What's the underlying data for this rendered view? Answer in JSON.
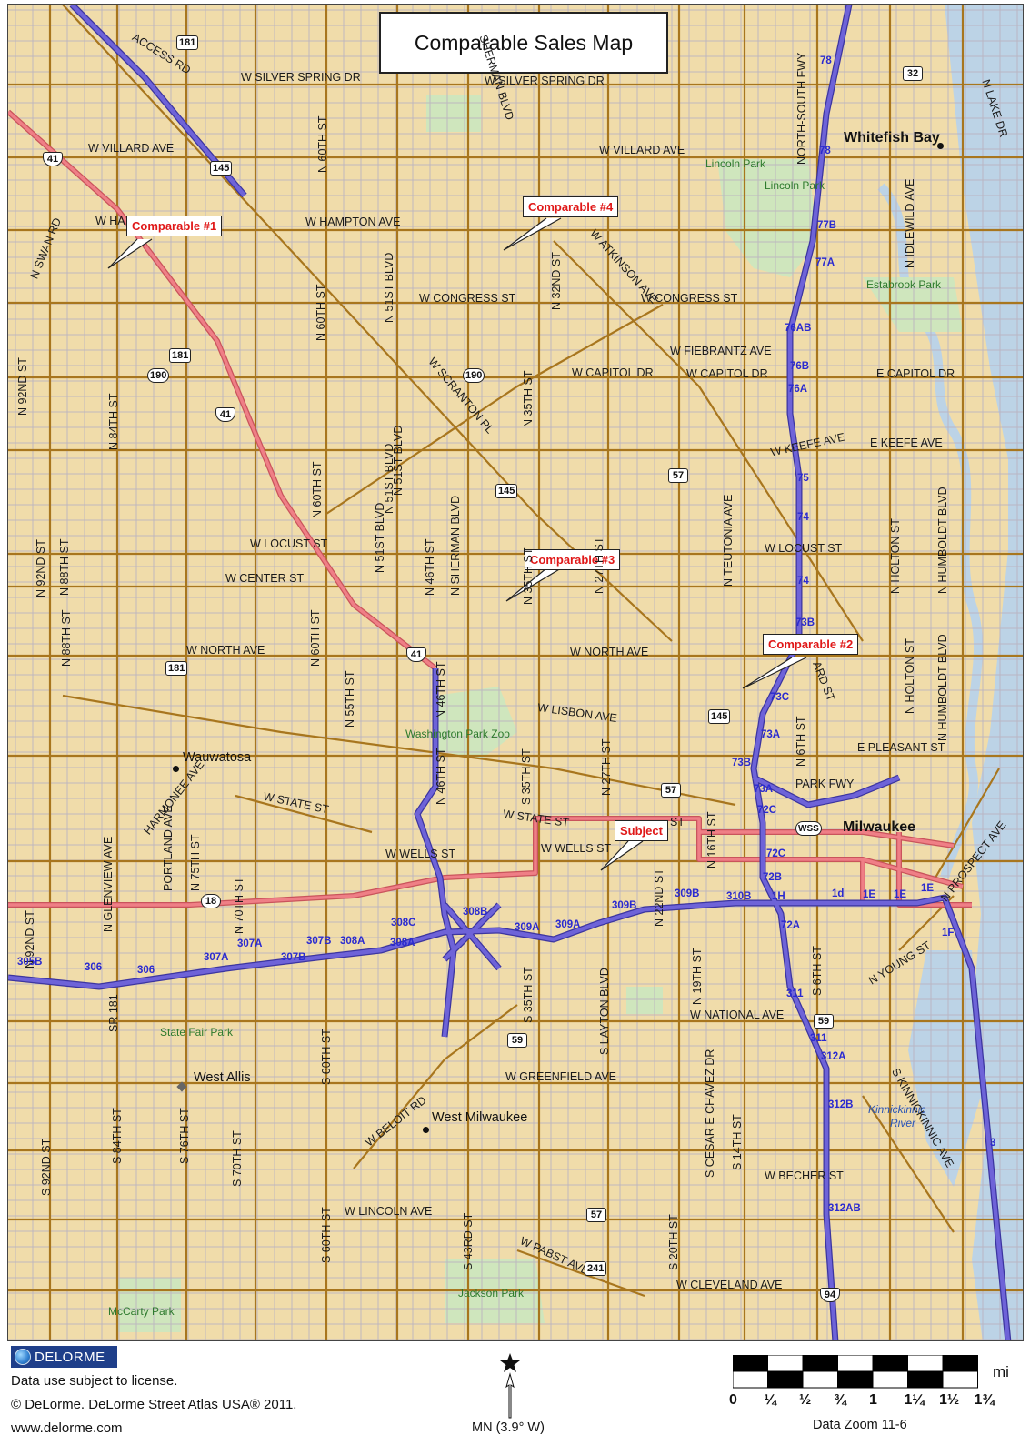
{
  "title": "Comparable Sales Map",
  "colors": {
    "land": "#f0dcaa",
    "major_road": "#a8761e",
    "minor_road": "#b9b3c0",
    "interstate": "#6e63d8",
    "us_highway": "#ef7f86",
    "water": "#bcd3e6",
    "park": "#cfe6bd",
    "callout_text": "#e01818",
    "exit_text": "#2a2ad0"
  },
  "callouts": {
    "comp1": "Comparable #1",
    "comp2": "Comparable #2",
    "comp3": "Comparable #3",
    "comp4": "Comparable #4",
    "subject": "Subject"
  },
  "cities": {
    "whitefish_bay": "Whitefish Bay",
    "wauwatosa": "Wauwatosa",
    "milwaukee": "Milwaukee",
    "west_allis": "West Allis",
    "west_milwaukee": "West Milwaukee"
  },
  "parks": {
    "lincoln_park_1": "Lincoln Park",
    "lincoln_park_2": "Lincoln Park",
    "estabrook": "Estabrook Park",
    "washington_zoo": "Washington Park Zoo",
    "state_fair": "State Fair Park",
    "jackson": "Jackson Park",
    "mccarty": "McCarty Park"
  },
  "water": {
    "kinnickinnic": "Kinnickinnic",
    "river": "River"
  },
  "streets_h": {
    "silver_spring_w": "W SILVER SPRING DR",
    "silver_spring_e": "W SILVER SPRING DR",
    "villard_w": "W VILLARD AVE",
    "villard_e": "W VILLARD AVE",
    "hampton_w": "W HA",
    "hampton": "W HAMPTON AVE",
    "congress_w": "W CONGRESS ST",
    "congress_e": "W CONGRESS ST",
    "fiebrantz": "W FIEBRANTZ AVE",
    "capitol_w": "W CAPITOL DR",
    "capitol_m": "W CAPITOL DR",
    "capitol_e": "E CAPITOL DR",
    "keefe_w": "W KEEFE AVE",
    "keefe_e": "E KEEFE AVE",
    "locust_w": "W LOCUST ST",
    "locust_e": "W LOCUST ST",
    "center": "W CENTER ST",
    "north_w": "W NORTH AVE",
    "north_e": "W NORTH AVE",
    "lisbon": "W LISBON AVE",
    "pleasant": "E PLEASANT ST",
    "park_fwy": "PARK FWY",
    "state_w": "W STATE ST",
    "state_m": "W STATE ST",
    "state_e": "ST",
    "wells_w": "W WELLS ST",
    "wells_e": "W WELLS ST",
    "national": "W NATIONAL AVE",
    "greenfield": "W GREENFIELD AVE",
    "becher": "W BECHER ST",
    "lincoln": "W LINCOLN AVE",
    "cleveland": "W CLEVELAND AVE",
    "access_rd": "ACCESS RD",
    "atkinson": "W ATKINSON AVE",
    "scranton": "W SCRANTON PL",
    "harmonee": "HARMONEE AVE",
    "beloit": "W BELOIT RD",
    "pabst": "W PABST AVE",
    "kinnickinnic_ave": "S KINNICKINNIC AVE",
    "prospect": "N PROSPECT AVE",
    "young": "N YOUNG ST",
    "lake_dr": "N LAKE DR",
    "swan": "N SWAN RD",
    "sherman_top": "SHERMAN BLVD",
    "ward": "ARD ST"
  },
  "streets_v": {
    "n60th_top": "N 60TH ST",
    "n60th_mid": "N 60TH ST",
    "n60th_low": "N 60TH ST",
    "n60th_low2": "N 60TH ST",
    "n51st_top": "N 51ST BLVD",
    "n51st_mid": "N 51ST BLVD",
    "n51st_low": "N 51ST BLVD",
    "n51st_low2": "N 51ST BLVD",
    "n32nd": "N 32ND ST",
    "n92nd_top": "N 92ND ST",
    "n84th": "N 84TH ST",
    "n35th": "N 35TH ST",
    "n46th": "N 46TH ST",
    "sherman": "N SHERMAN BLVD",
    "n92nd": "N 92ND ST",
    "n88th_a": "N 88TH ST",
    "n88th_b": "N 88TH ST",
    "n35th_b": "N 35TH ST",
    "n27th_b": "N 27TH ST",
    "teutonia": "N TEUTONIA AVE",
    "north_south_fwy": "NORTH-SOUTH FWY",
    "idlewild": "N IDLEWILD AVE",
    "holton": "N HOLTON ST",
    "holton_b": "N HOLTON ST",
    "humboldt": "N HUMBOLDT BLVD",
    "humboldt_b": "N HUMBOLDT BLVD",
    "n55th": "N 55TH ST",
    "n46th_b": "N 46TH ST",
    "n46th_c": "N 46TH ST",
    "s35th": "S 35TH ST",
    "n27th": "N 27TH ST",
    "n16th": "N 16TH ST",
    "n6th": "N 6TH ST",
    "n22nd": "N 22ND ST",
    "glenview": "N GLENVIEW AVE",
    "portland": "PORTLAND AVE",
    "n75th": "N 75TH ST",
    "n70th": "N 70TH ST",
    "s35th_b": "S 35TH ST",
    "layton": "S LAYTON BLVD",
    "n19th": "N 19TH ST",
    "s6th": "S 6TH ST",
    "cesar": "S CESAR E CHAVEZ DR",
    "s14th": "S 14TH ST",
    "s60th": "S 60TH ST",
    "s84th": "S 84TH ST",
    "s76th": "S 76TH ST",
    "s70th": "S 70TH ST",
    "s92nd": "S 92ND ST",
    "s60th_b": "S 60TH ST",
    "s43rd": "S 43RD ST",
    "s20th": "S 20TH ST",
    "sr181": "SR 181",
    "n92nd_low": "N 92ND ST"
  },
  "shields": {
    "s181_top": "181",
    "s32": "32",
    "s145_top": "145",
    "s41_top": "41",
    "s181_mid": "181",
    "s190_w": "190",
    "s190_e": "190",
    "s41_mid": "41",
    "s145_mid": "145",
    "s57_mid": "57",
    "s181_low": "181",
    "s41_low": "41",
    "s145_low": "145",
    "s57_low": "57",
    "s18": "18",
    "s59_e": "59",
    "s59_m": "59",
    "s57_bot": "57",
    "s241": "241",
    "s94": "94",
    "wss": "WSS"
  },
  "exits": {
    "e78a": "78",
    "e78b": "78",
    "e77b": "77B",
    "e77a": "77A",
    "e76ab": "76AB",
    "e76b": "76B",
    "e76a": "76A",
    "e75": "75",
    "e74a": "74",
    "e74b": "74",
    "e73b": "73B",
    "e73c": "73C",
    "e73a": "73A",
    "e73b2": "73B",
    "e73a2": "73A",
    "e72c": "72C",
    "e72c2": "72C",
    "e72b": "72B",
    "e72a": "72A",
    "e1h": "1H",
    "e1d": "1d",
    "e1e": "1E",
    "e1e2": "1E",
    "e1e3": "1E",
    "e1f": "1F",
    "e310b": "310B",
    "e309b": "309B",
    "e309b2": "309B",
    "e309a": "309A",
    "e309a2": "309A",
    "e308b": "308B",
    "e308c": "308C",
    "e308a": "308A",
    "e308a2": "308A",
    "e307b": "307B",
    "e307b2": "307B",
    "e307a": "307A",
    "e307a2": "307A",
    "e306": "306",
    "e306b": "306",
    "e305b": "305B",
    "e311": "311",
    "e311b": "311",
    "e312a": "312A",
    "e312b": "312B",
    "e312ab": "312AB",
    "e3": "3"
  },
  "legend": {
    "logo": "DELORME",
    "license": "Data use subject to license.",
    "copyright": "© DeLorme. DeLorme Street Atlas USA® 2011.",
    "website": "www.delorme.com",
    "north": "MN (3.9° W)",
    "zoom": "Data Zoom 11-6",
    "unit": "mi",
    "scale": [
      "0",
      "¼",
      "½",
      "¾",
      "1",
      "1¼",
      "1½",
      "1¾"
    ]
  }
}
